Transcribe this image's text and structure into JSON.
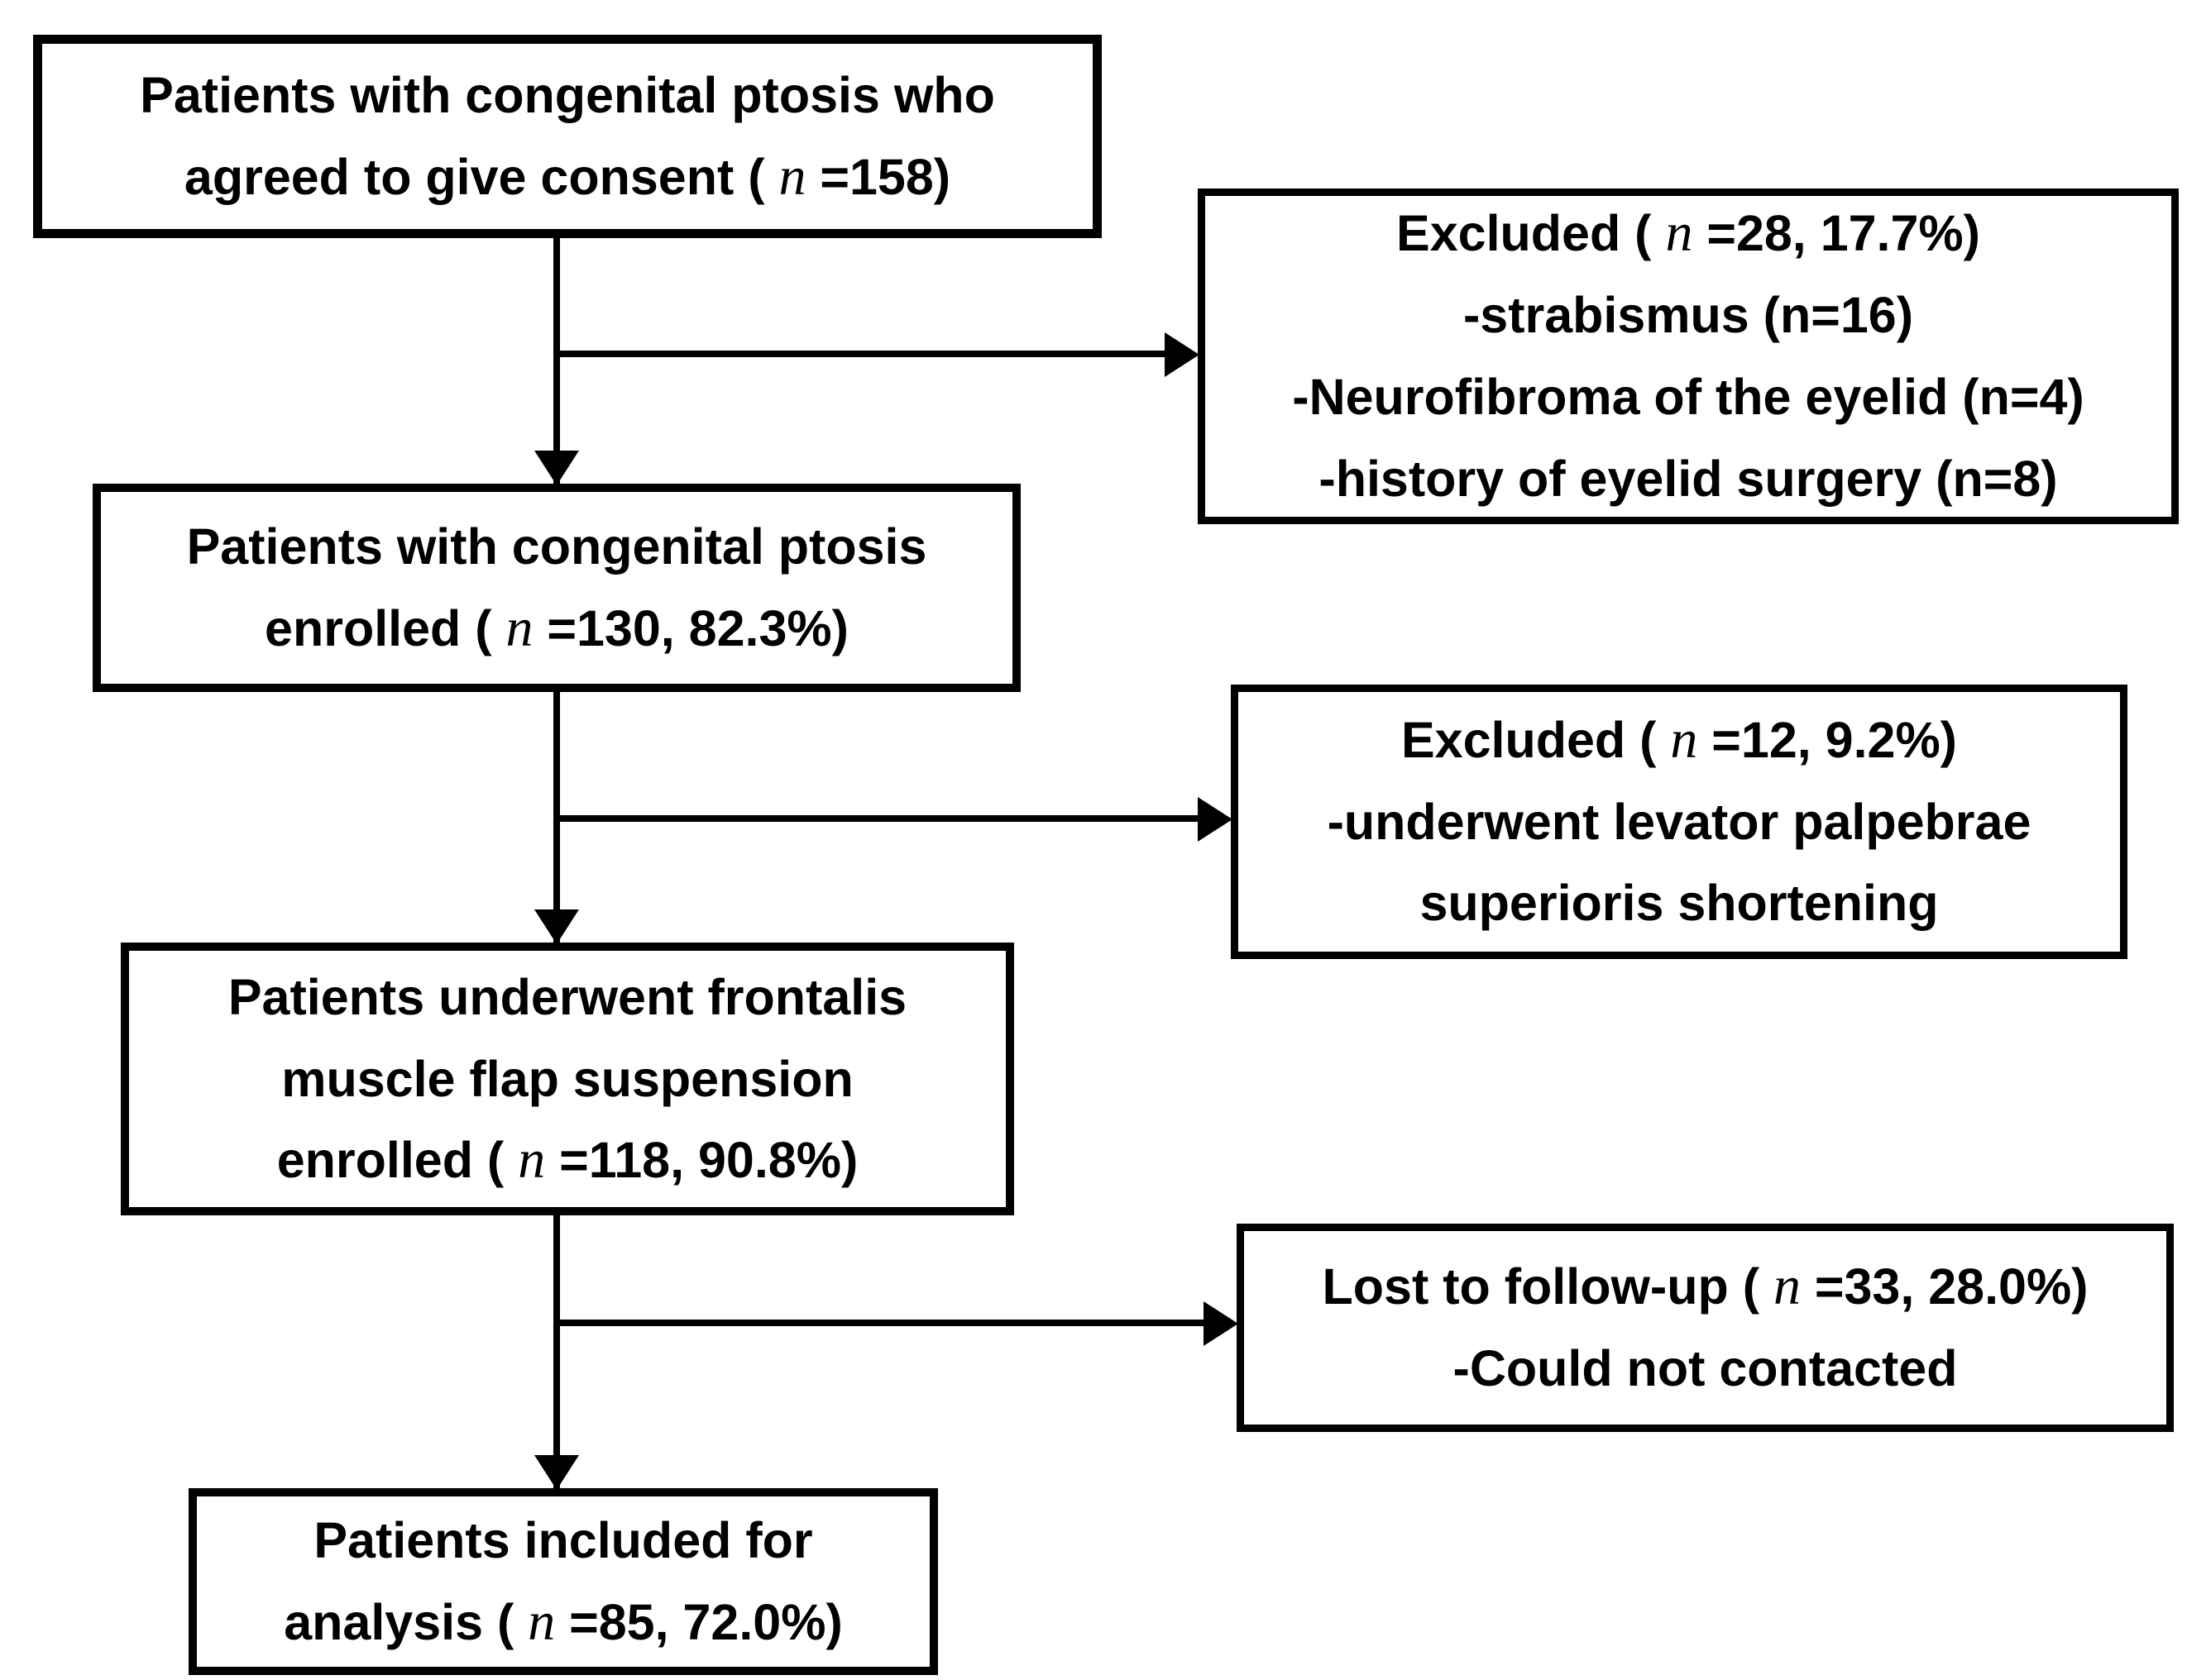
{
  "boxes": {
    "consent": {
      "lines": {
        "l1": {
          "pre": "Patients with congenital ptosis who"
        },
        "l2": {
          "pre": "agreed to give consent ( ",
          "n": "n",
          "post": " =158)"
        }
      }
    },
    "excluded1": {
      "lines": {
        "l1": {
          "pre": "Excluded ( ",
          "n": "n",
          "post": " =28, 17.7%)"
        },
        "l2": {
          "pre": "-strabismus (n=16)"
        },
        "l3": {
          "pre": "-Neurofibroma of the eyelid (n=4)"
        },
        "l4": {
          "pre": "-history of eyelid surgery (n=8)"
        }
      }
    },
    "enrolled": {
      "lines": {
        "l1": {
          "pre": "Patients with congenital ptosis"
        },
        "l2": {
          "pre": "enrolled ( ",
          "n": "n",
          "post": " =130, 82.3%)"
        }
      }
    },
    "excluded2": {
      "lines": {
        "l1": {
          "pre": "Excluded ( ",
          "n": "n",
          "post": " =12, 9.2%)"
        },
        "l2": {
          "pre": "-underwent levator palpebrae"
        },
        "l3": {
          "pre": "superioris shortening"
        }
      }
    },
    "fms": {
      "lines": {
        "l1": {
          "pre": "Patients underwent frontalis"
        },
        "l2": {
          "pre": "muscle flap suspension"
        },
        "l3": {
          "pre": "enrolled ( ",
          "n": "n",
          "post": " =118, 90.8%)"
        }
      }
    },
    "lost": {
      "lines": {
        "l1": {
          "pre": "Lost to follow-up ( ",
          "n": "n",
          "post": " =33, 28.0%)"
        },
        "l2": {
          "pre": "-Could not contacted"
        }
      }
    },
    "analysis": {
      "lines": {
        "l1": {
          "pre": "Patients included for"
        },
        "l2": {
          "pre": "analysis ( ",
          "n": "n",
          "post": " =85, 72.0%)"
        }
      }
    }
  },
  "colors": {
    "line_color": "#000000",
    "box_fill": "#ffffff",
    "text_color": "#000000"
  }
}
